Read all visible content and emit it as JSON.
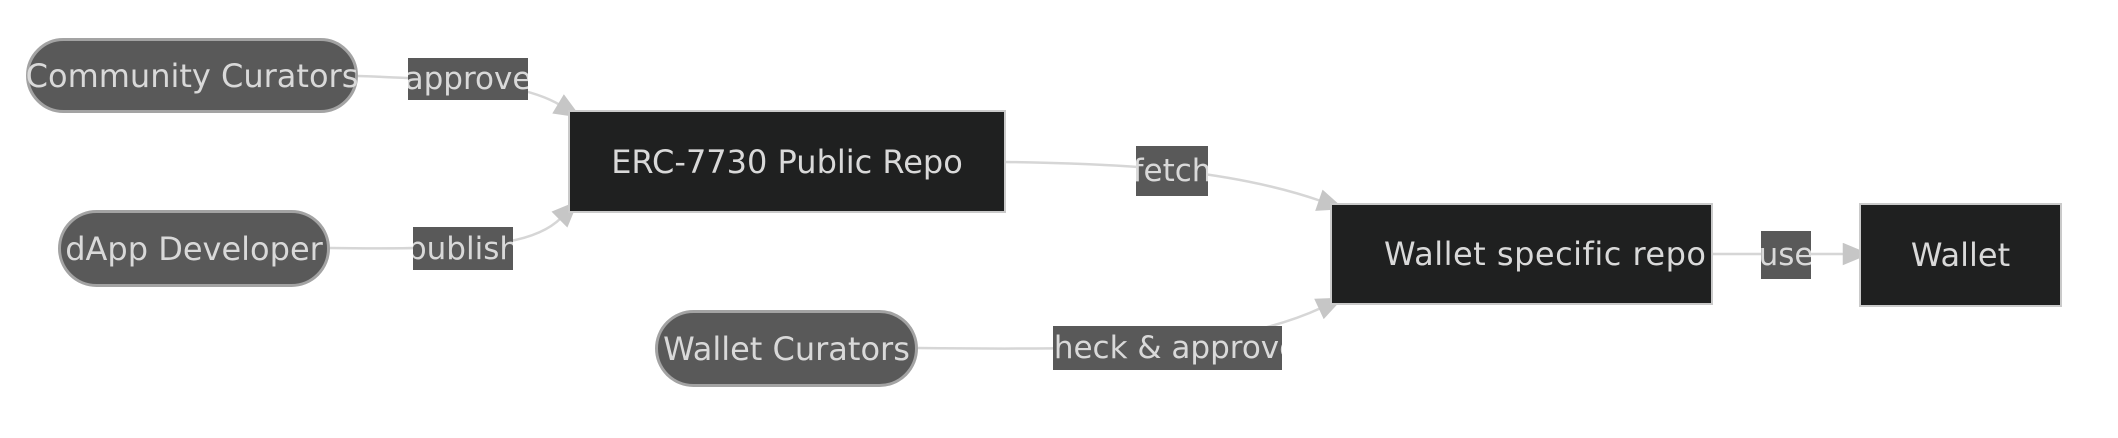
{
  "diagram": {
    "type": "flowchart",
    "direction": "LR",
    "nodes": [
      {
        "id": "community-curators",
        "label": "Community Curators",
        "shape": "stadium"
      },
      {
        "id": "dapp-developer",
        "label": "dApp Developer",
        "shape": "stadium"
      },
      {
        "id": "wallet-curators",
        "label": "Wallet Curators",
        "shape": "stadium"
      },
      {
        "id": "erc-7730-public-repo",
        "label": "ERC-7730 Public Repo",
        "shape": "rectangle"
      },
      {
        "id": "wallet-specific-repo",
        "label": "Wallet specific repo",
        "shape": "rectangle"
      },
      {
        "id": "wallet",
        "label": "Wallet",
        "shape": "rectangle"
      }
    ],
    "edges": [
      {
        "from": "community-curators",
        "to": "erc-7730-public-repo",
        "label": "approve"
      },
      {
        "from": "dapp-developer",
        "to": "erc-7730-public-repo",
        "label": "publish"
      },
      {
        "from": "erc-7730-public-repo",
        "to": "wallet-specific-repo",
        "label": "fetch"
      },
      {
        "from": "wallet-curators",
        "to": "wallet-specific-repo",
        "label": "check & approve"
      },
      {
        "from": "wallet-specific-repo",
        "to": "wallet",
        "label": "use"
      }
    ]
  },
  "colors": {
    "bg": "#ffffff",
    "pill_fill": "#595959",
    "pill_border": "#a3a3a3",
    "node_fill": "#1f2020",
    "node_border": "#cacaca",
    "label_bg": "#595959",
    "text_light": "#d9d9d9",
    "edge": "#d6d6d6",
    "edge_arrow": "#c6c6c6"
  }
}
